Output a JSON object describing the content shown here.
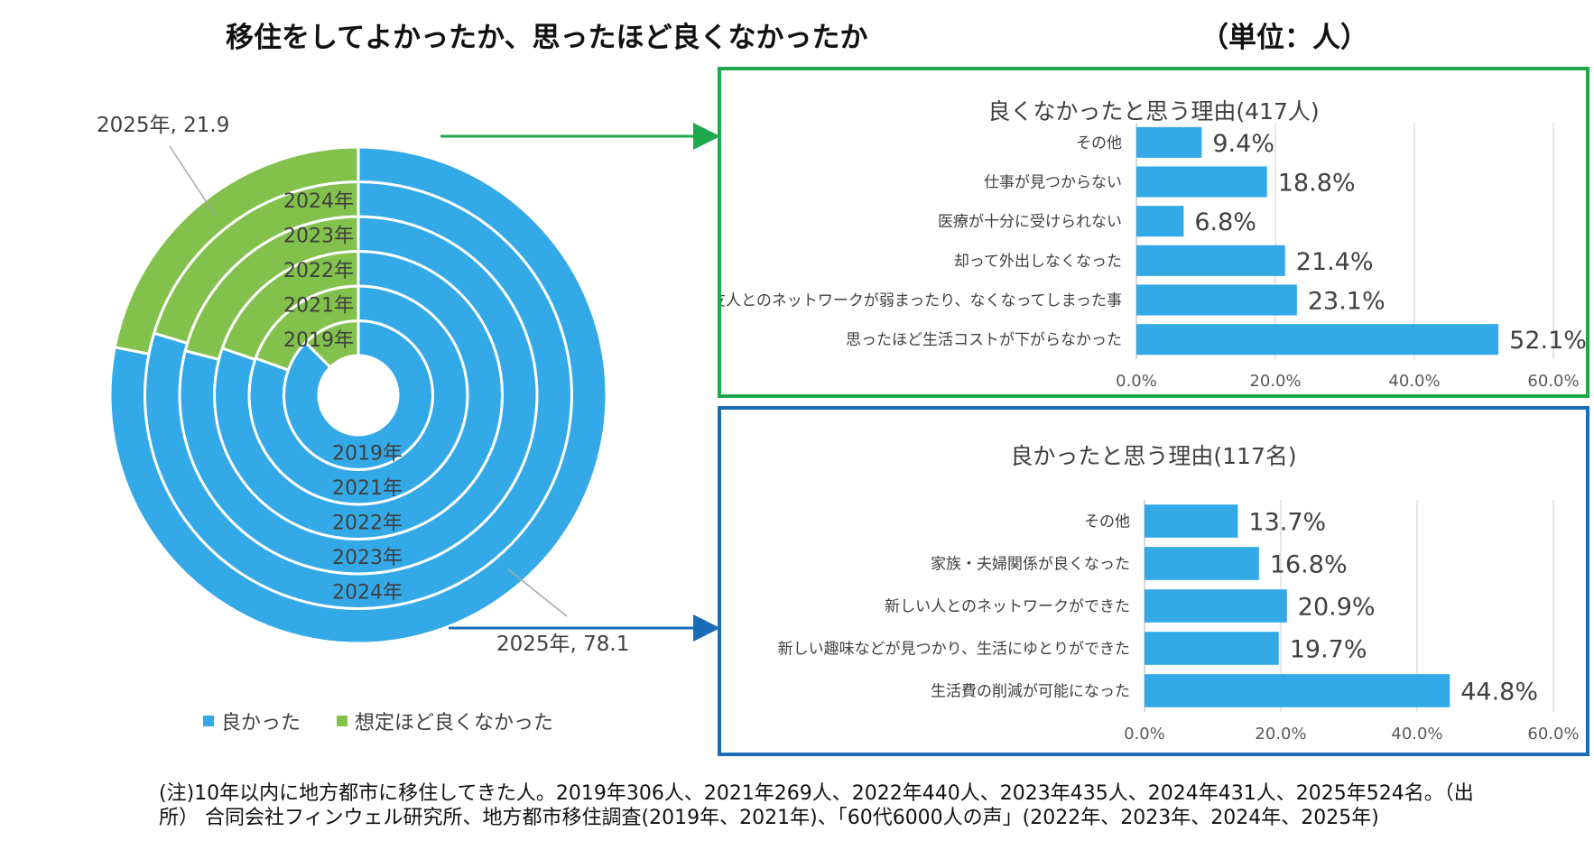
{
  "header": {
    "title": "移住をしてよかったか、思ったほど良くなかったか",
    "unit": "（単位：人）"
  },
  "colors": {
    "good": "#33a9e8",
    "bad": "#82c14b",
    "bad_border": "#1fa84b",
    "good_border": "#1b6cb7"
  },
  "legend": {
    "good_label": "良かった",
    "bad_label": "想定ほど良くなかった"
  },
  "chart_data": [
    {
      "type": "donut",
      "rings": [
        {
          "year": "2019年",
          "good": 87.5,
          "bad": 12.5
        },
        {
          "year": "2021年",
          "good": 80.5,
          "bad": 19.5
        },
        {
          "year": "2022年",
          "good": 80.3,
          "bad": 19.7
        },
        {
          "year": "2023年",
          "good": 79.0,
          "bad": 21.0
        },
        {
          "year": "2024年",
          "good": 79.7,
          "bad": 20.3
        },
        {
          "year": "2025年",
          "good": 78.1,
          "bad": 21.9
        }
      ],
      "callouts": {
        "bad": "2025年, 21.9",
        "good": "2025年, 78.1"
      },
      "legend": [
        "良かった",
        "想定ほど良くなかった"
      ]
    },
    {
      "type": "bar",
      "orientation": "horizontal",
      "title": "良くなかったと思う理由(417人)",
      "categories": [
        "その他",
        "仕事が見つからない",
        "医療が十分に受けられない",
        "却って外出しなくなった",
        "旧来の友人とのネットワークが弱まったり、なくなってしまった事",
        "思ったほど生活コストが下がらなかった"
      ],
      "values": [
        9.4,
        18.8,
        6.8,
        21.4,
        23.1,
        52.1
      ],
      "value_labels": [
        "9.4%",
        "18.8%",
        "6.8%",
        "21.4%",
        "23.1%",
        "52.1%"
      ],
      "xlim": [
        0,
        60
      ],
      "ticks": [
        "0.0%",
        "20.0%",
        "40.0%",
        "60.0%"
      ],
      "grid": true
    },
    {
      "type": "bar",
      "orientation": "horizontal",
      "title": "良かったと思う理由(117名)",
      "categories": [
        "その他",
        "家族・夫婦関係が良くなった",
        "新しい人とのネットワークができた",
        "新しい趣味などが見つかり、生活にゆとりができた",
        "生活費の削減が可能になった"
      ],
      "values": [
        13.7,
        16.8,
        20.9,
        19.7,
        44.8
      ],
      "value_labels": [
        "13.7%",
        "16.8%",
        "20.9%",
        "19.7%",
        "44.8%"
      ],
      "xlim": [
        0,
        60
      ],
      "ticks": [
        "0.0%",
        "20.0%",
        "40.0%",
        "60.0%"
      ],
      "grid": true
    }
  ],
  "note": {
    "line1": "(注)10年以内に地方都市に移住してきた人。2019年306人、2021年269人、2022年440人、2023年435人、2024年431人、2025年524名。（出",
    "line2": "所） 合同会社フィンウェル研究所、地方都市移住調査(2019年、2021年)、「60代6000人の声」(2022年、2023年、2024年、2025年)"
  }
}
